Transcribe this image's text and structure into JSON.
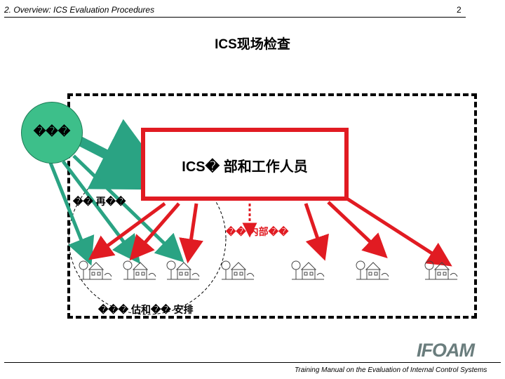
{
  "header": {
    "title": "2. Overview: ICS Evaluation Procedures",
    "page_number": "2"
  },
  "main_title": "ICS现场检查",
  "diagram": {
    "source_circle_label": "���",
    "ics_box_label": "ICS� 部和工作人员",
    "renew_label": "�� 再��",
    "internal_label": "�� 内部��",
    "evaluation_label": "��� 估和�� 安排",
    "colors": {
      "circle": "#3dbf8a",
      "green_arrow": "#2aa383",
      "red_arrow": "#e11b22",
      "box_border": "#e11b22"
    }
  },
  "footer": {
    "logo_text": "IFOAM",
    "text": "Training Manual on the Evaluation of Internal Control Systems"
  }
}
